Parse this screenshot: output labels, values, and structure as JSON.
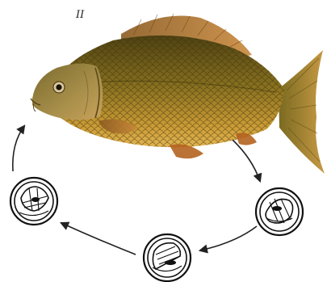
{
  "figure": {
    "panel_label": "II"
  },
  "colors": {
    "fish_body_dark": "#5b4a14",
    "fish_body_mid": "#8c7420",
    "fish_belly": "#d9a83a",
    "fins": "#b4631f",
    "arrow": "#222222",
    "egg_outline": "#1a1a1a"
  },
  "diagram": {
    "nodes": [
      {
        "name": "carp"
      },
      {
        "name": "egg-stage-1"
      },
      {
        "name": "egg-stage-2"
      },
      {
        "name": "egg-stage-3"
      }
    ],
    "edges": [
      {
        "from": "carp",
        "to": "egg-stage-1"
      },
      {
        "from": "egg-stage-1",
        "to": "egg-stage-2"
      },
      {
        "from": "egg-stage-2",
        "to": "egg-stage-3"
      },
      {
        "from": "egg-stage-3",
        "to": "carp"
      }
    ]
  }
}
